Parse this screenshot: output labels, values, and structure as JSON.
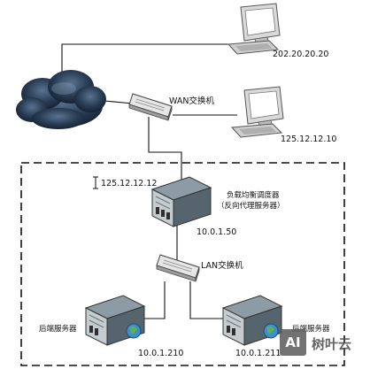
{
  "labels": {
    "client1_ip": "202.20.20.20",
    "wan_switch": "WAN交换机",
    "client2_ip": "125.12.12.10",
    "lb_public_ip": "125.12.12.12",
    "lb_name_line1": "负载均衡调度器",
    "lb_name_line2": "（反向代理服务器）",
    "lb_private_ip": "10.0.1.50",
    "lan_switch": "LAN交换机",
    "backend_left_name": "后端服务器",
    "backend_left_ip": "10.0.1.210",
    "backend_right_name": "后端服务器",
    "backend_right_ip": "10.0.1.211"
  },
  "watermark": {
    "logo_text": "AI",
    "brand_text": "树叶云"
  },
  "colors": {
    "cloud": "#2a3d55",
    "server_body": "#6f8089",
    "monitor_body": "#e8e8e8",
    "globe": "#3f8fd0",
    "line": "#1a1a1a"
  }
}
